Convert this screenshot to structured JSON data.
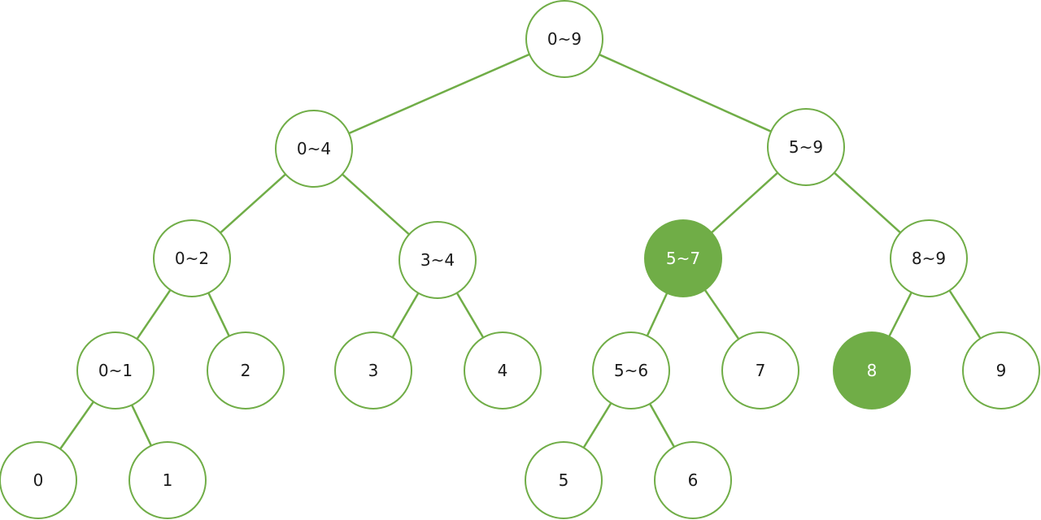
{
  "diagram": {
    "type": "segment-tree",
    "colors": {
      "accent": "#70ad47",
      "background": "#ffffff",
      "text": "#1a1a1a",
      "highlight_text": "#ffffff"
    },
    "nodes": [
      {
        "id": "n0-9",
        "label": "0~9",
        "highlighted": false
      },
      {
        "id": "n0-4",
        "label": "0~4",
        "highlighted": false
      },
      {
        "id": "n5-9",
        "label": "5~9",
        "highlighted": false
      },
      {
        "id": "n0-2",
        "label": "0~2",
        "highlighted": false
      },
      {
        "id": "n3-4",
        "label": "3~4",
        "highlighted": false
      },
      {
        "id": "n5-7",
        "label": "5~7",
        "highlighted": true
      },
      {
        "id": "n8-9",
        "label": "8~9",
        "highlighted": false
      },
      {
        "id": "n0-1",
        "label": "0~1",
        "highlighted": false
      },
      {
        "id": "n2",
        "label": "2",
        "highlighted": false
      },
      {
        "id": "n3",
        "label": "3",
        "highlighted": false
      },
      {
        "id": "n4",
        "label": "4",
        "highlighted": false
      },
      {
        "id": "n5-6",
        "label": "5~6",
        "highlighted": false
      },
      {
        "id": "n7",
        "label": "7",
        "highlighted": false
      },
      {
        "id": "n8",
        "label": "8",
        "highlighted": true
      },
      {
        "id": "n9",
        "label": "9",
        "highlighted": false
      },
      {
        "id": "n0",
        "label": "0",
        "highlighted": false
      },
      {
        "id": "n1",
        "label": "1",
        "highlighted": false
      },
      {
        "id": "n5",
        "label": "5",
        "highlighted": false
      },
      {
        "id": "n6",
        "label": "6",
        "highlighted": false
      }
    ],
    "edges": [
      [
        "n0-9",
        "n0-4"
      ],
      [
        "n0-9",
        "n5-9"
      ],
      [
        "n0-4",
        "n0-2"
      ],
      [
        "n0-4",
        "n3-4"
      ],
      [
        "n5-9",
        "n5-7"
      ],
      [
        "n5-9",
        "n8-9"
      ],
      [
        "n0-2",
        "n0-1"
      ],
      [
        "n0-2",
        "n2"
      ],
      [
        "n3-4",
        "n3"
      ],
      [
        "n3-4",
        "n4"
      ],
      [
        "n5-7",
        "n5-6"
      ],
      [
        "n5-7",
        "n7"
      ],
      [
        "n8-9",
        "n8"
      ],
      [
        "n8-9",
        "n9"
      ],
      [
        "n0-1",
        "n0"
      ],
      [
        "n0-1",
        "n1"
      ],
      [
        "n5-6",
        "n5"
      ],
      [
        "n5-6",
        "n6"
      ]
    ]
  }
}
